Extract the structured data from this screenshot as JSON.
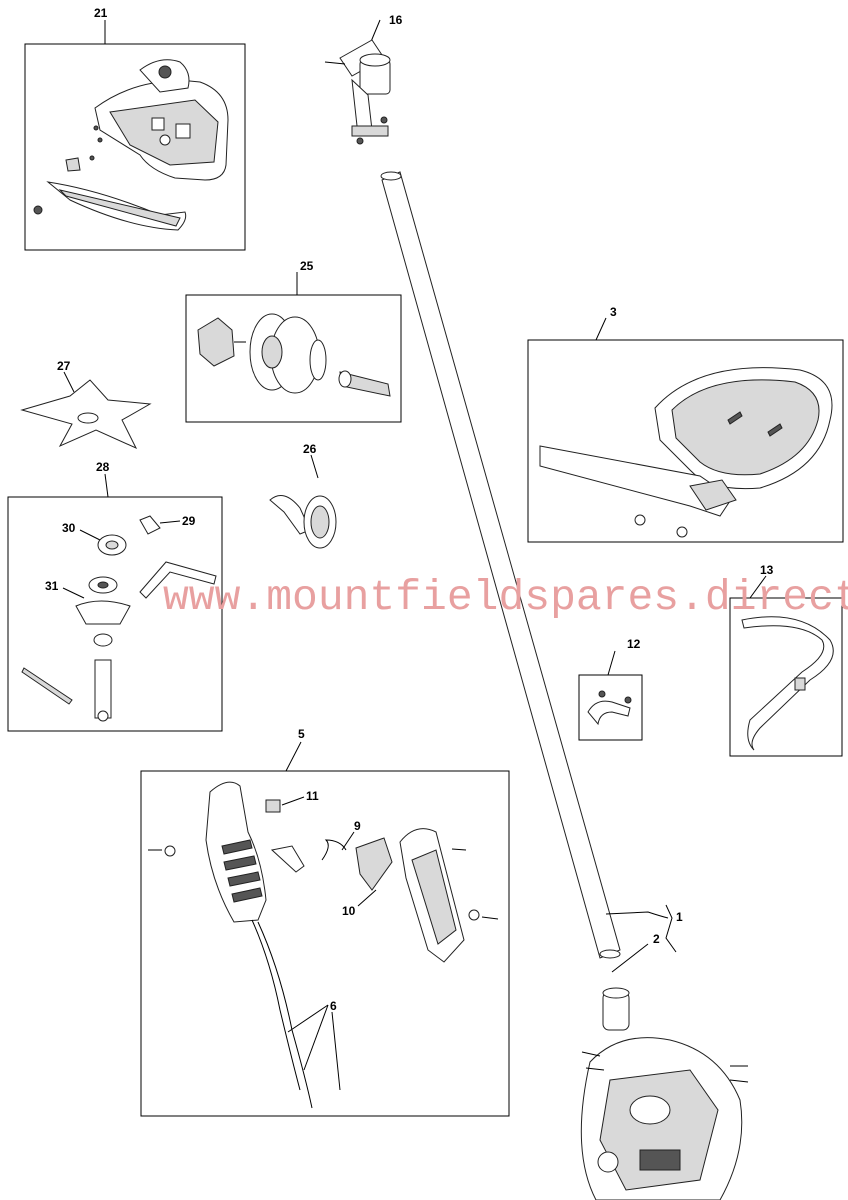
{
  "watermark": "www.mountfieldspares.direct",
  "callouts": [
    {
      "id": "c21",
      "label": "21"
    },
    {
      "id": "c16",
      "label": "16"
    },
    {
      "id": "c25",
      "label": "25"
    },
    {
      "id": "c3",
      "label": "3"
    },
    {
      "id": "c27",
      "label": "27"
    },
    {
      "id": "c26",
      "label": "26"
    },
    {
      "id": "c28",
      "label": "28"
    },
    {
      "id": "c30",
      "label": "30"
    },
    {
      "id": "c29",
      "label": "29"
    },
    {
      "id": "c31",
      "label": "31"
    },
    {
      "id": "c13",
      "label": "13"
    },
    {
      "id": "c12",
      "label": "12"
    },
    {
      "id": "c5",
      "label": "5"
    },
    {
      "id": "c11",
      "label": "11"
    },
    {
      "id": "c9",
      "label": "9"
    },
    {
      "id": "c10",
      "label": "10"
    },
    {
      "id": "c1",
      "label": "1"
    },
    {
      "id": "c2",
      "label": "2"
    },
    {
      "id": "c6",
      "label": "6"
    }
  ]
}
